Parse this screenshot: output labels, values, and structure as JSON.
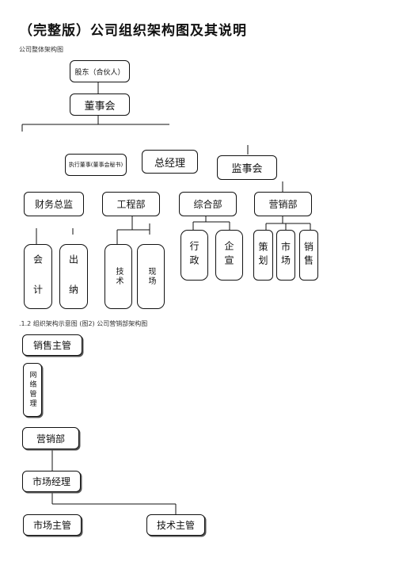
{
  "title": "（完整版）公司组织架构图及其说明",
  "captions": {
    "overall": "公司整体架构图",
    "bottom": ".1.2 组织架构示意图 (图2)   公司营销部架构图"
  },
  "org": {
    "shareholders": "股东（合伙人）",
    "board": "董事会",
    "executive_director": "执行董事(董事会秘书)",
    "general_manager": "总经理",
    "supervisory_board": "监事会",
    "finance": "财务总监",
    "engineering": "工程部",
    "general_affairs": "综合部",
    "marketing": "营销部",
    "accounting": "会\n计",
    "cashier": "出\n纳",
    "technical": "技术",
    "onsite": "现场",
    "admin": "行政",
    "enterprise": "企宣",
    "planning": "策划",
    "market": "市场",
    "sales": "销售"
  },
  "marketing_org": {
    "sales_supervisor": "销售主管",
    "network_management": "网络管理",
    "marketing_dept": "营销部",
    "market_manager": "市场经理",
    "market_supervisor": "市场主管",
    "tech_supervisor": "技术主管"
  }
}
